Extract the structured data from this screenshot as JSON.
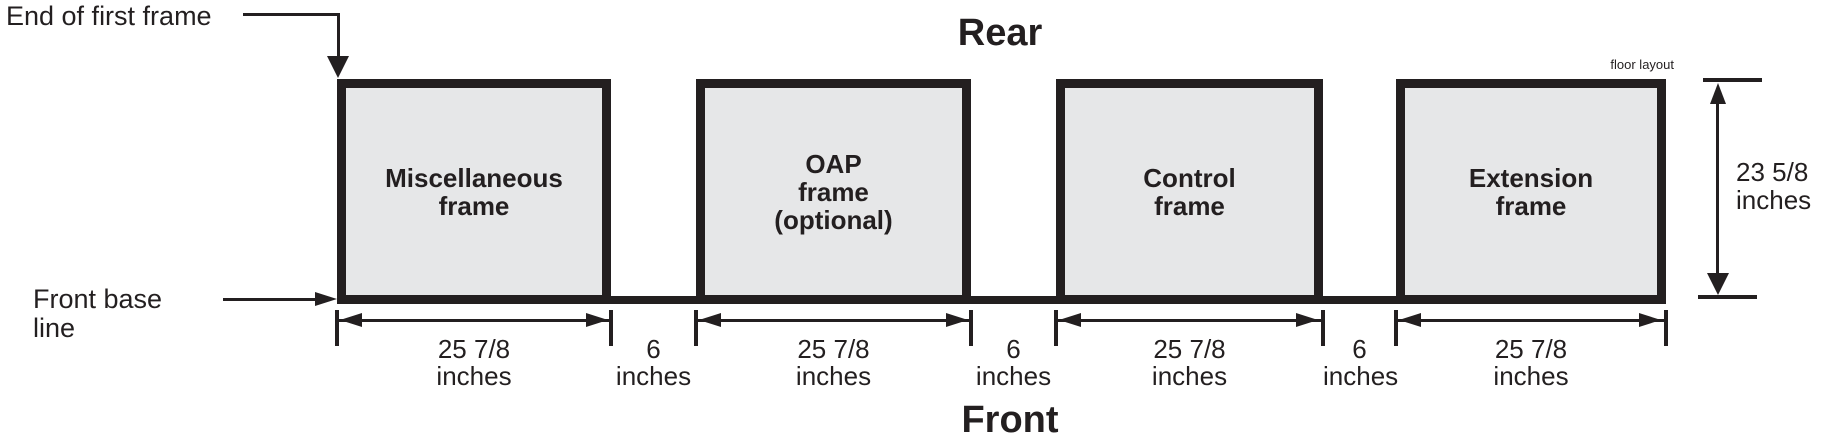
{
  "titles": {
    "rear": "Rear",
    "front": "Front"
  },
  "annotations": {
    "end_of_first_frame": "End of first frame",
    "front_base_line": "Front base\nline",
    "floor_layout": "floor layout"
  },
  "frames": [
    {
      "label": "Miscellaneous\nframe",
      "width_label": "25 7/8\ninches"
    },
    {
      "label": "OAP\nframe\n(optional)",
      "width_label": "25 7/8\ninches"
    },
    {
      "label": "Control\nframe",
      "width_label": "25 7/8\ninches"
    },
    {
      "label": "Extension\nframe",
      "width_label": "25 7/8\ninches"
    }
  ],
  "gaps": [
    {
      "label": "6\ninches"
    },
    {
      "label": "6\ninches"
    },
    {
      "label": "6\ninches"
    }
  ],
  "depth_dimension": {
    "label": "23 5/8\ninches"
  },
  "colors": {
    "ink": "#231f20",
    "frame_fill": "#e6e7e8",
    "background": "#ffffff"
  }
}
